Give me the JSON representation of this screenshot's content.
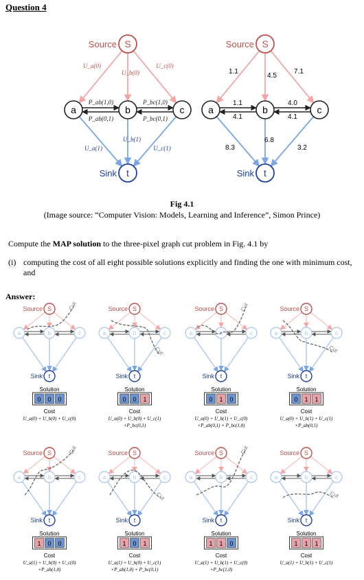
{
  "question_title": "Question 4",
  "figure": {
    "number": "Fig 4.1",
    "source": "(Image source: “Computer Vision: Models, Learning and Inference”, Simon Prince)"
  },
  "graph_labels": {
    "source_word": "Source",
    "sink_word": "Sink",
    "s": "S",
    "t": "t",
    "a": "a",
    "b": "b",
    "c": "c",
    "cut": "Cut",
    "solution": "Solution",
    "cost": "Cost"
  },
  "left_graph": {
    "ua0": "U_a(0)",
    "ub0": "U_b(0)",
    "uc0": "U_c(0)",
    "pab10": "P_ab(1,0)",
    "pbc10": "P_bc(1,0)",
    "pab01": "P_ab(0,1)",
    "pbc01": "P_bc(0,1)",
    "ua1": "U_a(1)",
    "ub1": "U_b(1)",
    "uc1": "U_c(1)"
  },
  "right_graph": {
    "sa": "1.1",
    "sb": "4.5",
    "sc": "7.1",
    "ab_top": "1.1",
    "ab_bot": "4.1",
    "bc_top": "4.0",
    "bc_bot": "4.1",
    "at": "8.3",
    "bt": "6.8",
    "ct": "3.2"
  },
  "prompt": {
    "pre": "Compute the ",
    "bold": "MAP solution",
    "post": " to the three-pixel graph cut problem in Fig. 4.1 by"
  },
  "item_i": {
    "num": "(i)",
    "text": "computing the cost of all eight possible solutions explicitly and finding the one with minimum cost, and"
  },
  "answer_label": "Answer:",
  "solutions": [
    {
      "bits": [
        "0",
        "0",
        "0"
      ],
      "cost1": "U_a(0) + U_b(0) + U_c(0)",
      "cost2": ""
    },
    {
      "bits": [
        "0",
        "0",
        "1"
      ],
      "cost1": "U_a(0) + U_b(0) + U_c(1)",
      "cost2": "+P_bc(0,1)"
    },
    {
      "bits": [
        "0",
        "1",
        "0"
      ],
      "cost1": "U_a(0) + U_b(1) + U_c(0)",
      "cost2": "+P_ab(0,1) + P_bc(1,0)"
    },
    {
      "bits": [
        "0",
        "1",
        "1"
      ],
      "cost1": "U_a(0) + U_b(1) + U_c(1)",
      "cost2": "+P_ab(0,1)"
    },
    {
      "bits": [
        "1",
        "0",
        "0"
      ],
      "cost1": "U_a(1) + U_b(0) + U_c(0)",
      "cost2": "+P_ab(1,0)"
    },
    {
      "bits": [
        "1",
        "0",
        "1"
      ],
      "cost1": "U_a(1) + U_b(0) + U_c(1)",
      "cost2": "+P_ab(1,0) + P_bc(0,1)"
    },
    {
      "bits": [
        "1",
        "1",
        "0"
      ],
      "cost1": "U_a(1) + U_b(1) + U_c(0)",
      "cost2": "+P_bc(1,0)"
    },
    {
      "bits": [
        "1",
        "1",
        "1"
      ],
      "cost1": "U_a(1) + U_b(1) + U_c(1)",
      "cost2": ""
    }
  ],
  "colors": {
    "source_red": "#c0504d",
    "source_edge": "#f4a6a6",
    "sink_blue": "#1f3fa0",
    "sink_edge": "#7aa6e6",
    "node_light": "#a9c4ec",
    "bit_zero": "#6f93cf",
    "bit_one": "#e8a3a8"
  }
}
